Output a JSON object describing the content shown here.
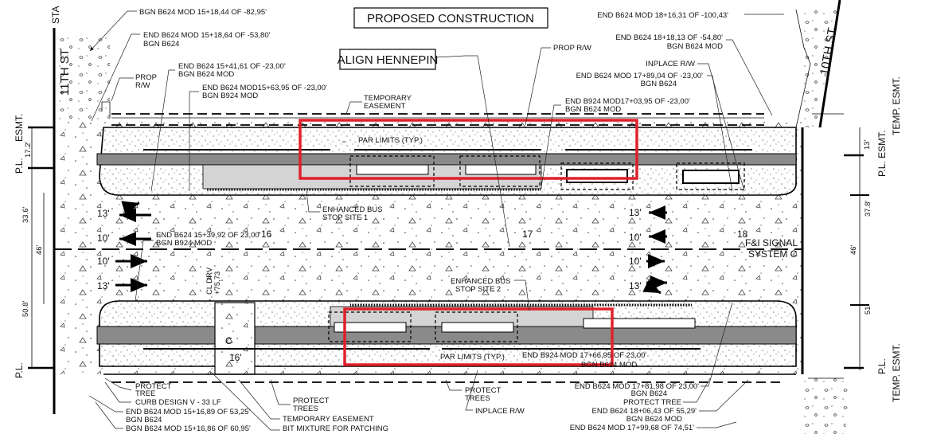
{
  "titles": {
    "proposed": "PROPOSED CONSTRUCTION",
    "align": "ALIGN HENNEPIN"
  },
  "streets": {
    "sta": "STA",
    "eleventh": "11TH ST",
    "tenth": "10TH ST"
  },
  "colors": {
    "par_limits": "#e0202a",
    "pavement_band": "#8a8a8a",
    "bus_stop_fill": "#d4d4d4"
  },
  "top_callouts": {
    "c1": [
      "BGN B624 MOD 15+18,44 OF -82,95'"
    ],
    "c2": [
      "END B624 MOD 15+18,64 OF -53,80'",
      "BGN B624"
    ],
    "c3": [
      "PROP",
      "R/W"
    ],
    "c4": [
      "END B624 15+41,61 OF -23,00'",
      "BGN B624 MOD"
    ],
    "c5": [
      "END B624 MOD15+63,95 OF -23,00'",
      "BGN B924 MOD"
    ],
    "c6": [
      "TEMPORARY",
      "EASEMENT"
    ],
    "c7": [
      "PROP R/W"
    ],
    "c8": [
      "END B624 MOD 18+16,31 OF -100,43'"
    ],
    "c9": [
      "END B624 18+18,13 OF -54,80'",
      "BGN B624 MOD"
    ],
    "c10": [
      "INPLACE R/W"
    ],
    "c11": [
      "END B624 MOD 17+89,04 OF -23,00'",
      "BGN B624"
    ],
    "c12": [
      "END B924 MOD17+03,95 OF -23,00'",
      "BGN B624 MOD"
    ],
    "c13": [
      "PAR LIMITS (TYP.)"
    ]
  },
  "road_callouts": {
    "bus1": [
      "ENHANCED BUS",
      "STOP SITE 1"
    ],
    "bus2": [
      "ENHANCED BUS",
      "STOP SITE 2"
    ],
    "mid_end": [
      "END B624 15+39,92 OF 23,00'",
      "BGN B924 MOD"
    ],
    "stations": [
      "16",
      "17",
      "18"
    ],
    "signal": [
      "F&I SIGNAL",
      "SYSTEM C"
    ],
    "driveway": [
      "CL DRV",
      "+75,73"
    ],
    "lanes_left": [
      "13'",
      "10'",
      "10'",
      "13'"
    ],
    "lanes_right": [
      "13'",
      "10'",
      "10'",
      "13'"
    ]
  },
  "bottom_callouts": {
    "b1": [
      "PAR LIMITS (TYP.)"
    ],
    "b2": [
      "END B924 MOD 17+66,95 OF 23,00'",
      "BGN B624 MOD"
    ],
    "b3": [
      "PROTECT",
      "TREE"
    ],
    "b4": [
      "CURB DESIGN V - 33 LF"
    ],
    "b5": [
      "END B624 MOD 15+16,89 OF 53,25'",
      "BGN B624"
    ],
    "b6": [
      "BGN B624 MOD 15+16,86 OF 60,95'"
    ],
    "b7": [
      "PROTECT",
      "TREES"
    ],
    "b8": [
      "TEMPORARY EASEMENT"
    ],
    "b9": [
      "BIT MIXTURE FOR PATCHING"
    ],
    "b10": [
      "PROTECT",
      "TREES"
    ],
    "b11": [
      "INPLACE R/W"
    ],
    "b12": [
      "END B624 MOD 17+81,98 OF 23,00'",
      "BGN B624"
    ],
    "b13": [
      "PROTECT TREE"
    ],
    "b14": [
      "END B624 18+06,43 OF 55,29'",
      "BGN B624 MOD"
    ],
    "b15": [
      "END B624 MOD 17+99,68 OF 74,51'"
    ],
    "b16": [
      "16'"
    ],
    "b17": [
      "C"
    ]
  },
  "dimensions_left": {
    "esmt": "ESMT.",
    "pl_top": "P.L.",
    "d17": "17.2'",
    "d33": "33.6'",
    "d46": "46'",
    "d50": "50.8'",
    "pl_bottom": "P.L."
  },
  "dimensions_right": {
    "temp_esmt_top": "TEMP. ESMT.",
    "pl_esmt": "P.L.  ESMT.",
    "d13": "13'",
    "d37": "37.8'",
    "d46": "46'",
    "d51": "51'",
    "pl_bottom": "P.L.",
    "temp_esmt_bottom": "TEMP. ESMT."
  }
}
